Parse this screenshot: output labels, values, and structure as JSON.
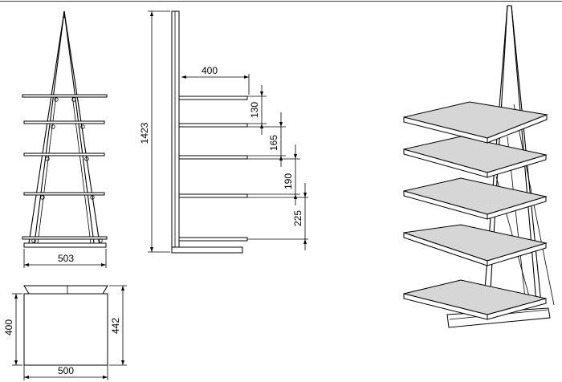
{
  "dimensions": {
    "front_width": "503",
    "side_height": "1423",
    "shelf_depth": "400",
    "gap_1": "130",
    "gap_2": "165",
    "gap_3": "190",
    "gap_4": "225",
    "plan_depth": "400",
    "plan_depth_outer": "442",
    "plan_width": "500"
  }
}
